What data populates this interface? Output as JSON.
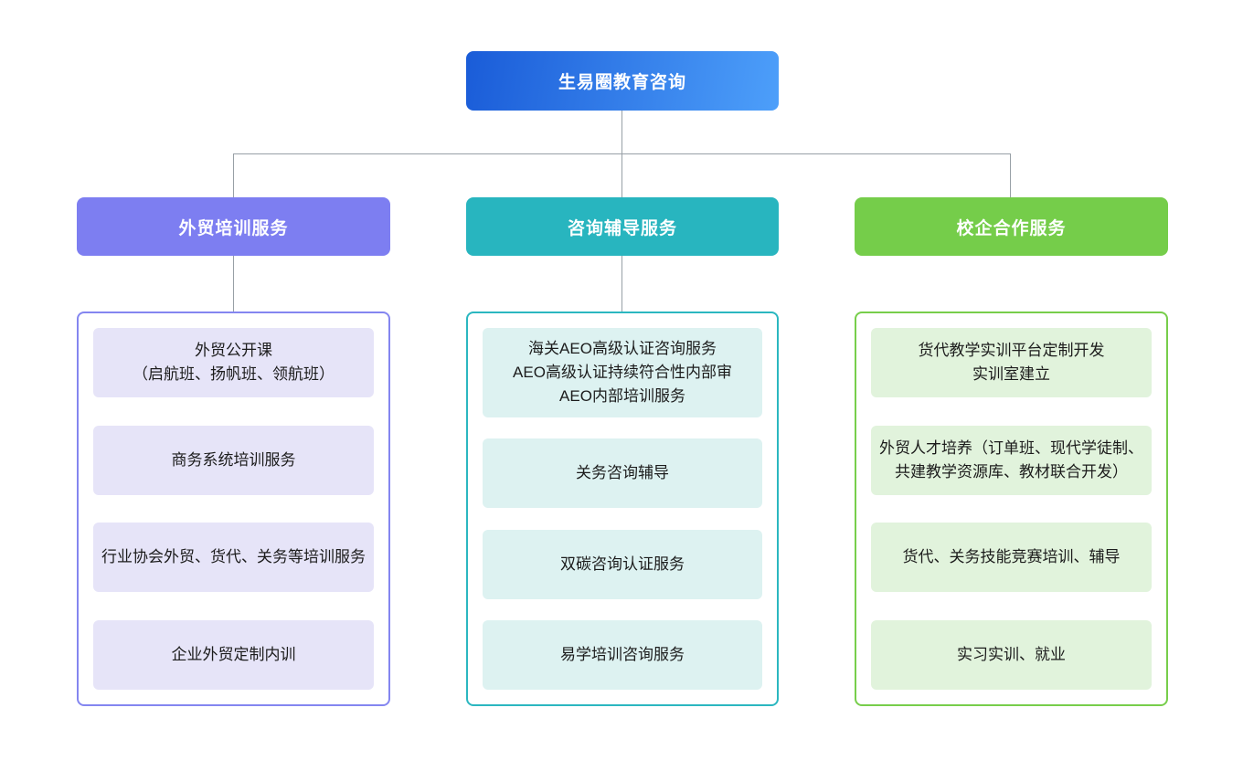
{
  "diagram": {
    "root": {
      "label": "生易圈教育咨询",
      "gradient_start": "#1A5CD8",
      "gradient_end": "#4D9FFA",
      "text_color": "#FFFFFF"
    },
    "connector_color": "#98A0A6",
    "branches": [
      {
        "label": "外贸培训服务",
        "header_bg": "#7D7EF1",
        "border_color": "#8486F0",
        "item_bg": "#E6E4F8",
        "items": [
          "外贸公开课\n（启航班、扬帆班、领航班）",
          "商务系统培训服务",
          "行业协会外贸、货代、关务等培训服务",
          "企业外贸定制内训"
        ]
      },
      {
        "label": "咨询辅导服务",
        "header_bg": "#28B5BF",
        "border_color": "#2BB7C0",
        "item_bg": "#DDF2F1",
        "items": [
          "海关AEO高级认证咨询服务\nAEO高级认证持续符合性内部审\nAEO内部培训服务",
          "关务咨询辅导",
          "双碳咨询认证服务",
          "易学培训咨询服务"
        ]
      },
      {
        "label": "校企合作服务",
        "header_bg": "#75CD4A",
        "border_color": "#77CE4B",
        "item_bg": "#E1F3DC",
        "items": [
          "货代教学实训平台定制开发\n实训室建立",
          "外贸人才培养（订单班、现代学徒制、共建教学资源库、教材联合开发）",
          "货代、关务技能竞赛培训、辅导",
          "实习实训、就业"
        ]
      }
    ]
  }
}
